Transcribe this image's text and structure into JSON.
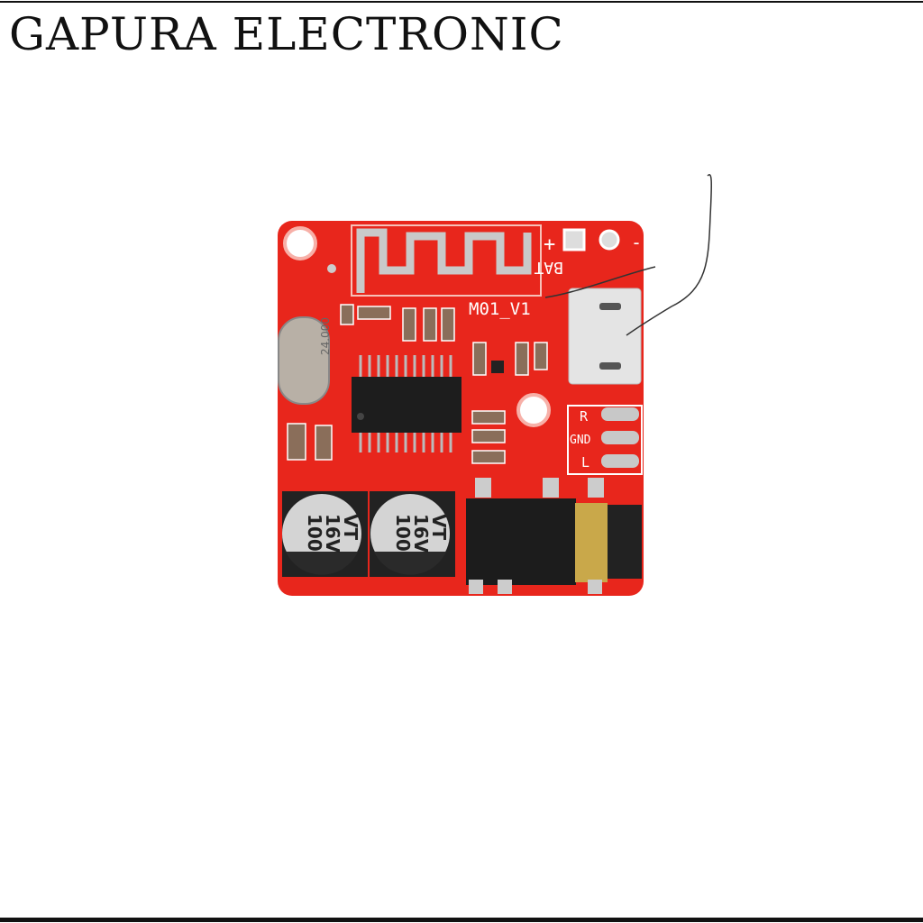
{
  "brand": "GAPURA ELECTRONIC",
  "board": {
    "model_label": "M01_V1",
    "battery_label": "BAT",
    "plus_label": "+",
    "minus_label": "-",
    "pad_labels": [
      "R",
      "GND",
      "L"
    ],
    "crystal_marking": "24.000",
    "capacitors": [
      {
        "value": "100",
        "voltage": "16V",
        "series": "VT"
      },
      {
        "value": "100",
        "voltage": "16V",
        "series": "VT"
      }
    ],
    "pcb_color": "#e8261c"
  }
}
